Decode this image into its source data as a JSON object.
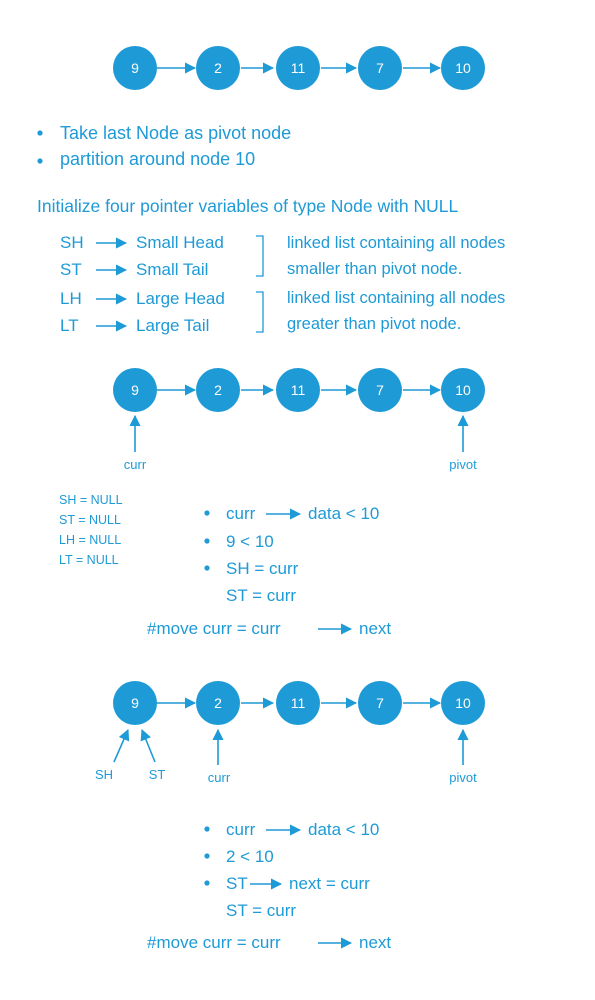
{
  "colors": {
    "accent": "#1e9ad6",
    "node_text": "#ffffff"
  },
  "nodes": [
    "9",
    "2",
    "11",
    "7",
    "10"
  ],
  "intro": {
    "bullets": [
      "Take last Node as pivot node",
      "partition around node 10"
    ]
  },
  "init_heading": "Initialize four pointer variables of type Node with NULL",
  "pointers": [
    {
      "abbr": "SH",
      "name": "Small Head"
    },
    {
      "abbr": "ST",
      "name": "Small Tail"
    },
    {
      "abbr": "LH",
      "name": "Large Head"
    },
    {
      "abbr": "LT",
      "name": "Large Tail"
    }
  ],
  "small_desc": [
    "linked list containing all nodes",
    "smaller than pivot node."
  ],
  "large_desc": [
    "linked list containing all nodes",
    "greater than pivot node."
  ],
  "step1": {
    "curr_label": "curr",
    "pivot_label": "pivot",
    "nulls": [
      "SH = NULL",
      "ST = NULL",
      "LH = NULL",
      "LT = NULL"
    ],
    "b1_pre": "curr",
    "b1_post": "data < 10",
    "b2": "9 < 10",
    "b3": "SH = curr",
    "b3b": "ST = curr",
    "move_pre": "#move curr = curr",
    "move_post": "next"
  },
  "step2": {
    "sh_label": "SH",
    "st_label": "ST",
    "curr_label": "curr",
    "pivot_label": "pivot",
    "b1_pre": "curr",
    "b1_post": "data < 10",
    "b2": "2 < 10",
    "b3_pre": "ST",
    "b3_post": "next = curr",
    "b3b": "ST = curr",
    "move_pre": "#move curr = curr",
    "move_post": "next"
  }
}
